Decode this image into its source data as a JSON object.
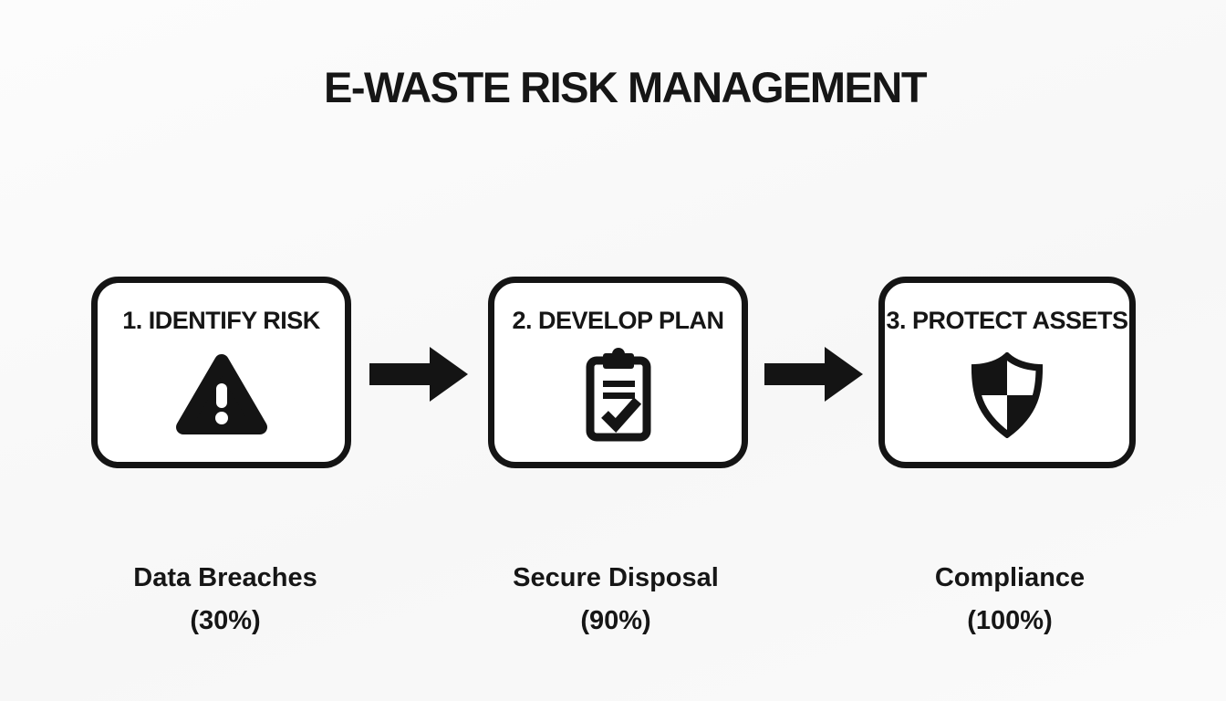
{
  "title": "E-WASTE RISK MANAGEMENT",
  "steps": [
    {
      "heading": "1. IDENTIFY RISK",
      "icon": "warning-triangle-icon",
      "caption": "Data Breaches",
      "value": "(30%)"
    },
    {
      "heading": "2. DEVELOP PLAN",
      "icon": "clipboard-check-icon",
      "caption": "Secure Disposal",
      "value": "(90%)"
    },
    {
      "heading": "3. PROTECT ASSETS",
      "icon": "shield-icon",
      "caption": "Compliance",
      "value": "(100%)"
    }
  ],
  "colors": {
    "background": "#fafafa",
    "box_background": "#ffffff",
    "ink": "#141414"
  }
}
